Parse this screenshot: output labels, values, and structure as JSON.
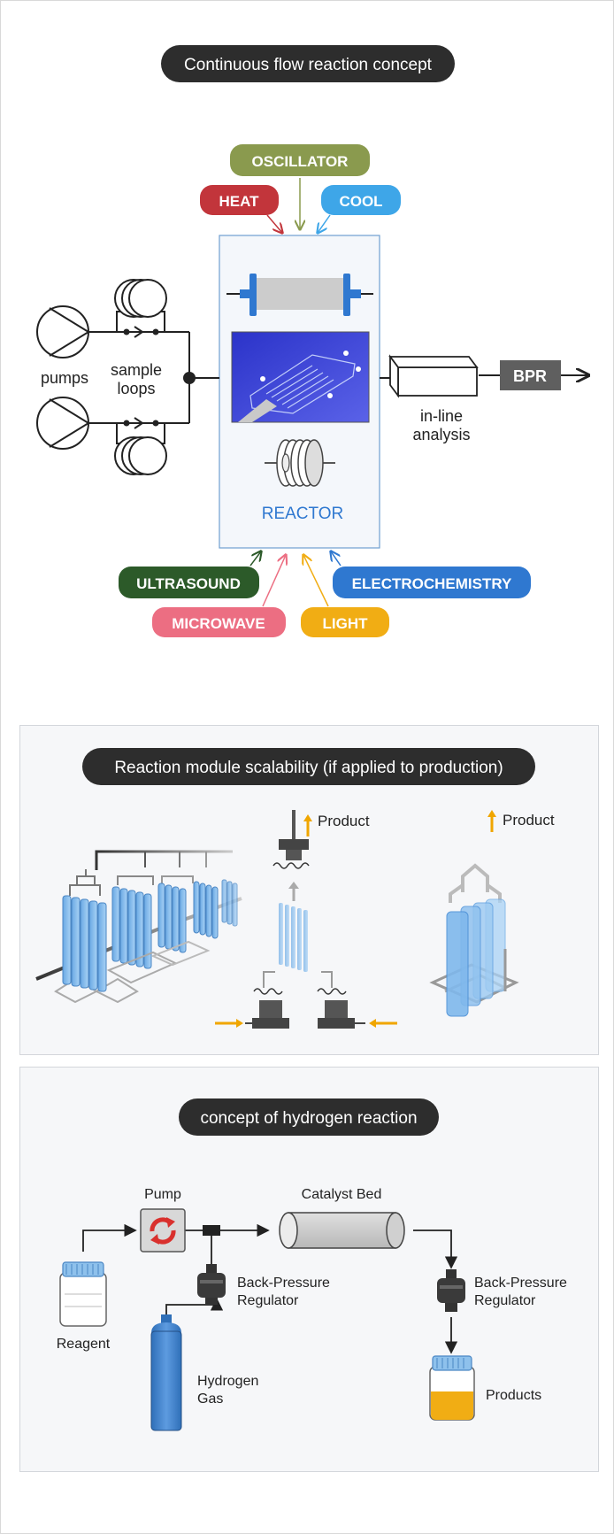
{
  "colors": {
    "dark_pill": "#2d2d2d",
    "oscillator": "#8a9a4e",
    "heat": "#c2353b",
    "cool": "#3ea6e8",
    "ultrasound": "#2c5a29",
    "microwave": "#ec6e82",
    "light": "#f1ad14",
    "electrochemistry": "#2f78d0",
    "reactor_text": "#2f78d0",
    "bpr": "#5f5f5f",
    "module_blue": "#8ec1ec",
    "arrow_orange": "#f0a600"
  },
  "section1": {
    "title": "Continuous flow reaction concept",
    "oscillator": "OSCILLATOR",
    "heat": "HEAT",
    "cool": "COOL",
    "pumps": "pumps",
    "sample_loops_1": "sample",
    "sample_loops_2": "loops",
    "reactor": "REACTOR",
    "inline_1": "in-line",
    "inline_2": "analysis",
    "bpr": "BPR",
    "ultrasound": "ULTRASOUND",
    "electrochemistry": "ELECTROCHEMISTRY",
    "microwave": "MICROWAVE",
    "light": "LIGHT"
  },
  "section2": {
    "title": "Reaction module scalability (if applied to production)",
    "product_center": "Product",
    "product_right": "Product"
  },
  "section3": {
    "title": "concept of hydrogen reaction",
    "pump": "Pump",
    "catalyst_bed": "Catalyst Bed",
    "bpr_left_1": "Back-Pressure",
    "bpr_left_2": "Regulator",
    "bpr_right_1": "Back-Pressure",
    "bpr_right_2": "Regulator",
    "reagent": "Reagent",
    "hydrogen_1": "Hydrogen",
    "hydrogen_2": "Gas",
    "products": "Products"
  }
}
